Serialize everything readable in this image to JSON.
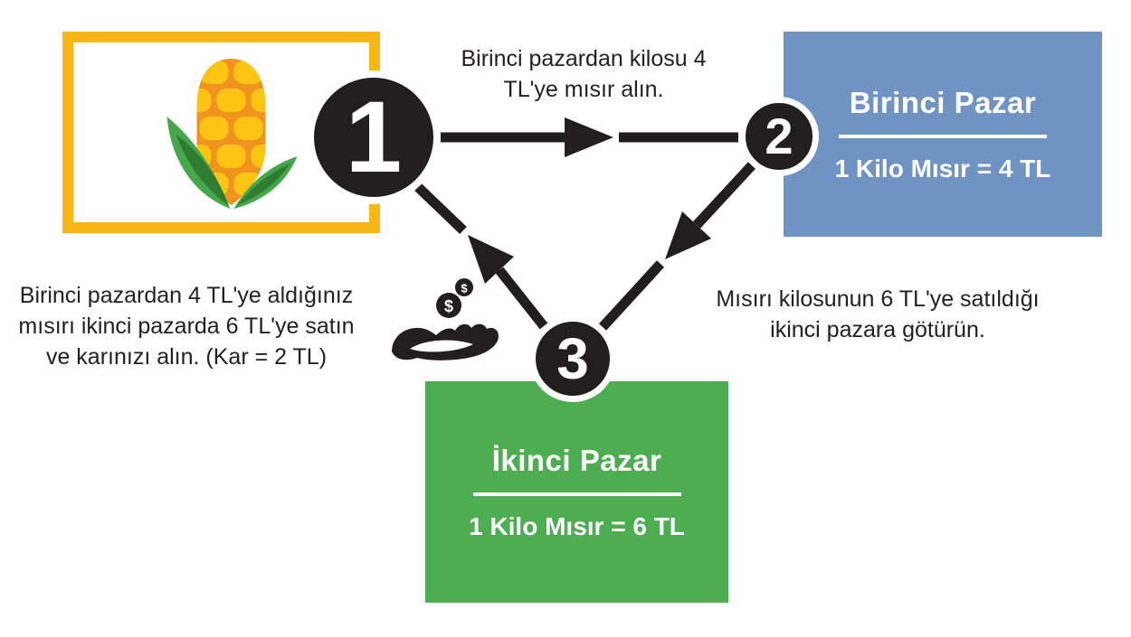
{
  "captions": {
    "buy": {
      "lines": [
        "Birinci pazardan kilosu 4",
        "TL'ye mısır alın."
      ]
    },
    "transport": {
      "lines": [
        "Mısırı kilosunun 6 TL'ye satıldığı",
        "ikinci pazara götürün."
      ]
    },
    "sell": {
      "lines": [
        "Birinci pazardan 4 TL'ye aldığınız",
        "mısırı ikinci pazarda 6 TL'ye satın",
        "ve karınızı alın. (Kar = 2 TL)"
      ]
    }
  },
  "markets": {
    "first": {
      "title": "Birinci Pazar",
      "price": "1 Kilo Mısır = 4 TL",
      "color": "#6f94c3"
    },
    "second": {
      "title": "İkinci Pazar",
      "price": "1 Kilo Mısır = 6 TL",
      "color": "#4cae51"
    }
  },
  "steps": {
    "one": "1",
    "two": "2",
    "three": "3"
  },
  "icons": {
    "corn": "corn-icon",
    "money_hand": "hand-receiving-money-icon",
    "coin_symbol_large": "$",
    "coin_symbol_small": "$"
  },
  "colors": {
    "frame_yellow": "#fab615",
    "market_blue": "#6f94c3",
    "market_green": "#4cae51",
    "ink_black": "#221e1f",
    "text": "#231f20",
    "corn_cob_orange": "#f0941e",
    "corn_kernel_yellow": "#fdc513",
    "leaf_green": "#45a64a",
    "leaf_green_dark": "#2e7d32"
  }
}
